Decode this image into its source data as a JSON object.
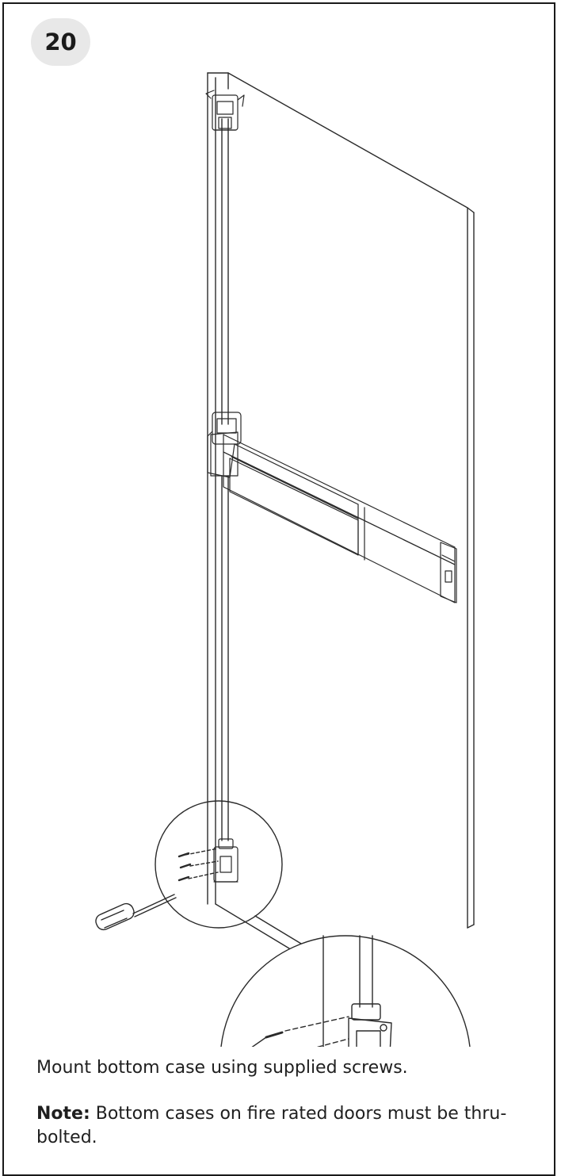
{
  "step": {
    "number": "20"
  },
  "instructions": {
    "main": "Mount bottom case using supplied screws.",
    "note_label": "Note:",
    "note_text": " Bottom cases on fire rated doors must be thru-bolted."
  }
}
